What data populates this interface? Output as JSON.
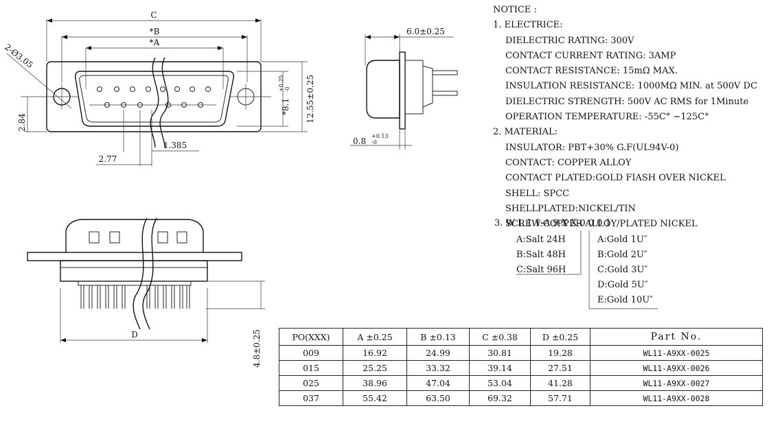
{
  "front_view": {
    "label_c": "C",
    "label_b": "*B",
    "label_a": "*A",
    "label_hole": "2-Ø3.05",
    "label_side_h": "2.84",
    "label_pitch": "1.385",
    "label_offset": "2.77",
    "label_height_main": "*8.1",
    "label_height_tol_up": "+0.25",
    "label_height_tol_dn": "-0",
    "label_overall_h": "12.55±0.25"
  },
  "side_view": {
    "label_depth": "6.0±0.25",
    "label_thick": "0.8",
    "label_thick_tol_up": "+0.13",
    "label_thick_tol_dn": "-0"
  },
  "bottom_view": {
    "label_d": "D",
    "label_pin": "4.8±0.25"
  },
  "notice": {
    "heading": "NOTICE :",
    "electric_title": "1. ELECTRICE:",
    "electric": [
      "DIELECTRIC RATING: 300V",
      "CONTACT CURRENT RATING: 3AMP",
      "CONTACT RESISTANCE: 15mΩ  MAX.",
      "INSULATION RESISTANCE: 1000MΩ  MIN. at 500V DC",
      "DIELECTRIC STRENGTH: 500V AC RMS for 1Minute",
      "OPERATION TEMPERATURE: -55C°  ~125C°"
    ],
    "material_title": "2. MATERIAL:",
    "material": [
      "INSULATOR: PBT+30% G.F(UL94V-0)",
      "CONTACT: COPPER ALLOY",
      "CONTACT PLATED:GOLD FIASH OVER NICKEL",
      "SHELL: SPCC",
      "SHELLPLATED:NICKEL/TIN",
      "SCREW:COPPER ALLOY/PLATED NICKEL"
    ]
  },
  "order_code": {
    "code": "3. W L 1 1-A 9 X X-0 0 0 1",
    "salt_options": [
      "A:Salt 24H",
      "B:Salt 48H",
      "C:Salt 96H"
    ],
    "gold_options": [
      "A:Gold 1U″",
      "B:Gold 2U″",
      "C:Gold 3U″",
      "D:Gold 5U″",
      "E:Gold 10U″"
    ]
  },
  "parts_table": {
    "headers": [
      "PO(XXX)",
      "A ±0.25",
      "B ±0.13",
      "C ±0.38",
      "D ±0.25",
      "Part   No."
    ],
    "rows": [
      [
        "009",
        "16.92",
        "24.99",
        "30.81",
        "19.28",
        "WL11-A9XX-0025"
      ],
      [
        "015",
        "25.25",
        "33.32",
        "39.14",
        "27.51",
        "WL11-A9XX-0026"
      ],
      [
        "025",
        "38.96",
        "47.04",
        "53.04",
        "41.28",
        "WL11-A9XX-0027"
      ],
      [
        "037",
        "55.42",
        "63.50",
        "69.32",
        "57.71",
        "WL11-A9XX-0028"
      ]
    ]
  }
}
